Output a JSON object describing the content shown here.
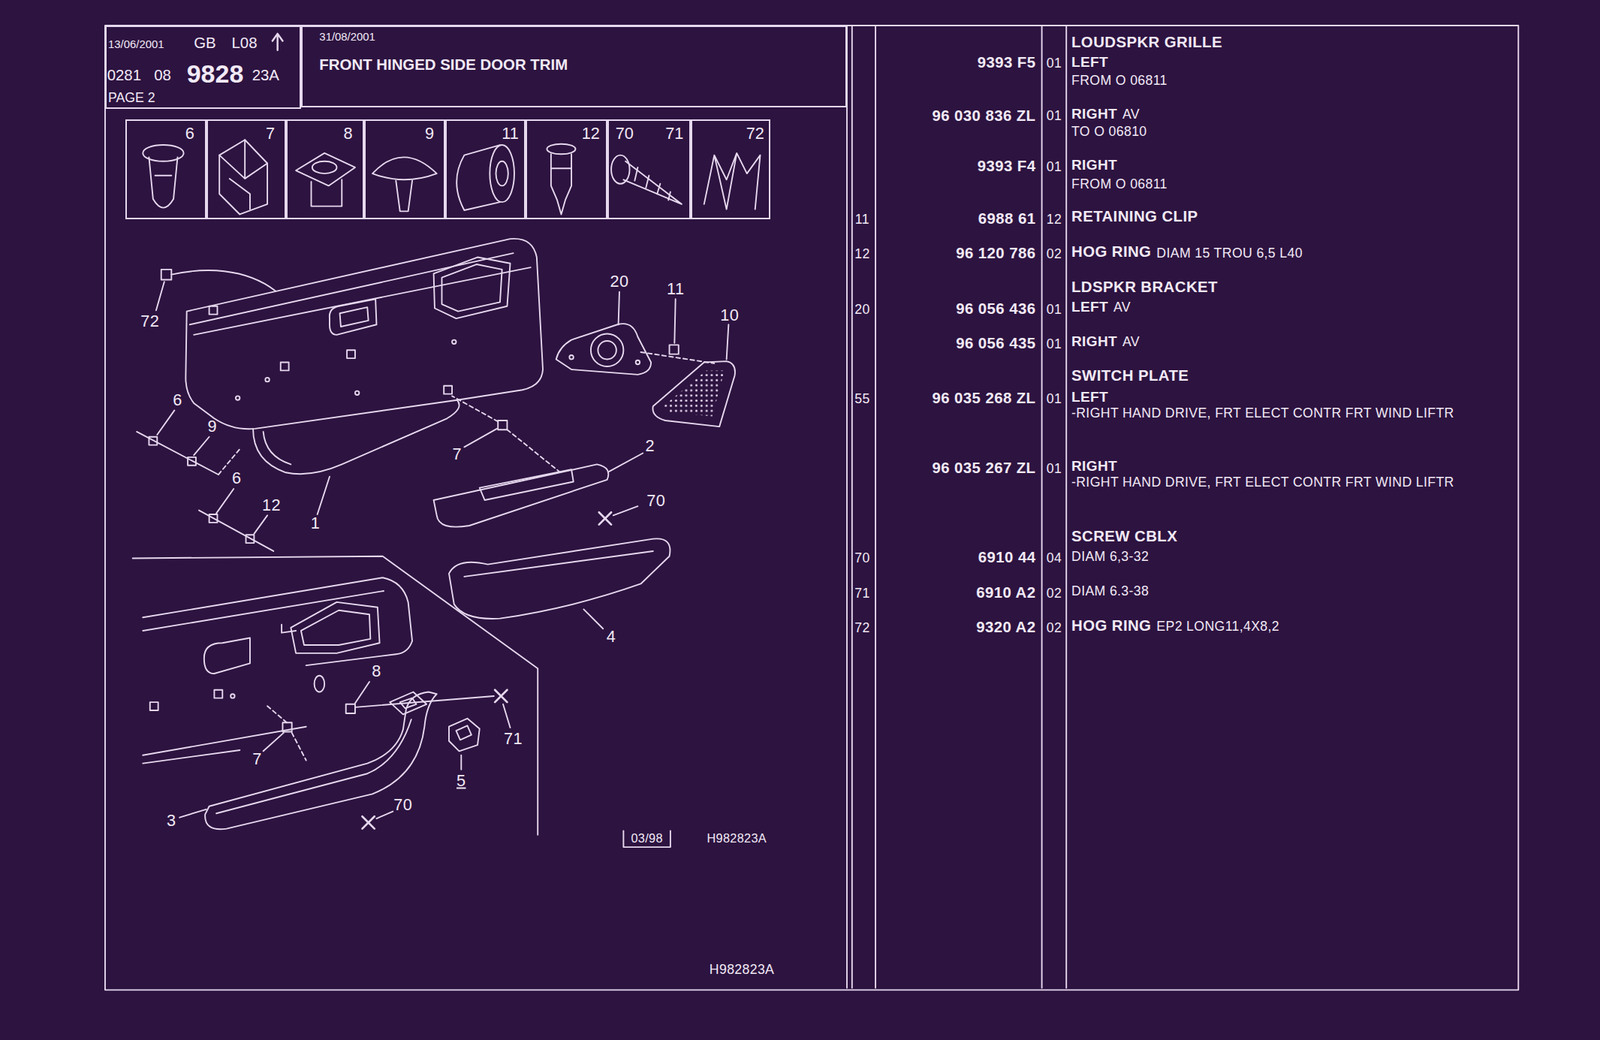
{
  "diagram": {
    "title": "FRONT HINGED SIDE DOOR TRIM",
    "nodes": [
      {
        "text": [
          "13/06/2001",
          "GB",
          "L08",
          "0281",
          "08",
          "9828",
          "23A",
          "PAGE 2"
        ]
      },
      {
        "text": [
          "31/08/2001"
        ]
      },
      {
        "text": [
          "6"
        ]
      },
      {
        "text": [
          "7"
        ]
      },
      {
        "text": [
          "8"
        ]
      },
      {
        "text": [
          "9"
        ]
      },
      {
        "text": [
          "11"
        ]
      },
      {
        "text": [
          "12"
        ]
      },
      {
        "text": [
          "70",
          "71"
        ]
      },
      {
        "text": [
          "72"
        ]
      }
    ],
    "labels": [
      "72",
      "20",
      "11",
      "10",
      "6",
      "9",
      "2",
      "7",
      "6",
      "70",
      "12",
      "1",
      "4",
      "8",
      "71",
      "7",
      "5",
      "70",
      "3",
      "03/98",
      "H982823A",
      "H982823A",
      "LOUDSPKR GRILLE",
      "9393 F5",
      "01",
      "LEFT",
      "FROM O 06811",
      "96 030 836 ZL",
      "01",
      "RIGHT",
      "AV",
      "TO O 06810",
      "9393 F4",
      "01",
      "RIGHT",
      "FROM O 06811",
      "11",
      "6988 61",
      "12",
      "RETAINING CLIP",
      "12",
      "96 120 786",
      "02",
      "HOG RING",
      "DIAM 15 TROU 6,5 L40",
      "LDSPKR BRACKET",
      "20",
      "96 056 436",
      "01",
      "LEFT",
      "AV",
      "96 056 435",
      "01",
      "RIGHT",
      "AV",
      "SWITCH PLATE",
      "55",
      "96 035 268 ZL",
      "01",
      "LEFT",
      "-RIGHT HAND DRIVE, FRT ELECT CONTR FRT WIND LIFTR",
      "96 035 267 ZL",
      "01",
      "RIGHT",
      "-RIGHT HAND DRIVE, FRT ELECT CONTR FRT WIND LIFTR",
      "SCREW CBLX",
      "70",
      "6910 44",
      "04",
      "DIAM 6,3-32",
      "71",
      "6910 A2",
      "02",
      "DIAM 6.3-38",
      "72",
      "9320 A2",
      "02",
      "HOG RING",
      "EP2 LONG11,4X8,2"
    ]
  }
}
